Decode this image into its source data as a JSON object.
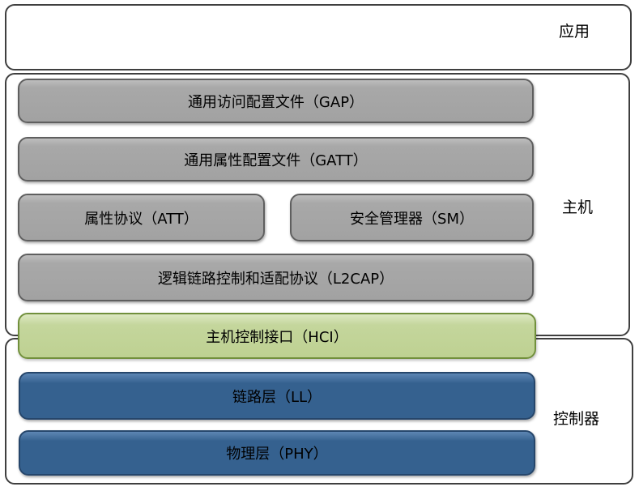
{
  "colors": {
    "text": "#000000",
    "container_border": "#3f3f3f",
    "gray_fill": "#a8a8a8",
    "gray_border": "#5f5f5f",
    "green_fill": "#c4d69c",
    "green_border": "#71903c",
    "blue_fill": "#35618f",
    "blue_border": "#26466b"
  },
  "application": {
    "label": "应用"
  },
  "host": {
    "label": "主机",
    "layers": {
      "gap": "通用访问配置文件（GAP）",
      "gatt": "通用属性配置文件（GATT）",
      "att": "属性协议（ATT）",
      "sm": "安全管理器（SM）",
      "l2cap": "逻辑链路控制和适配协议（L2CAP）"
    }
  },
  "hci": {
    "label": "主机控制接口（HCI）"
  },
  "controller": {
    "label": "控制器",
    "layers": {
      "ll": "链路层（LL）",
      "phy": "物理层（PHY）"
    }
  }
}
